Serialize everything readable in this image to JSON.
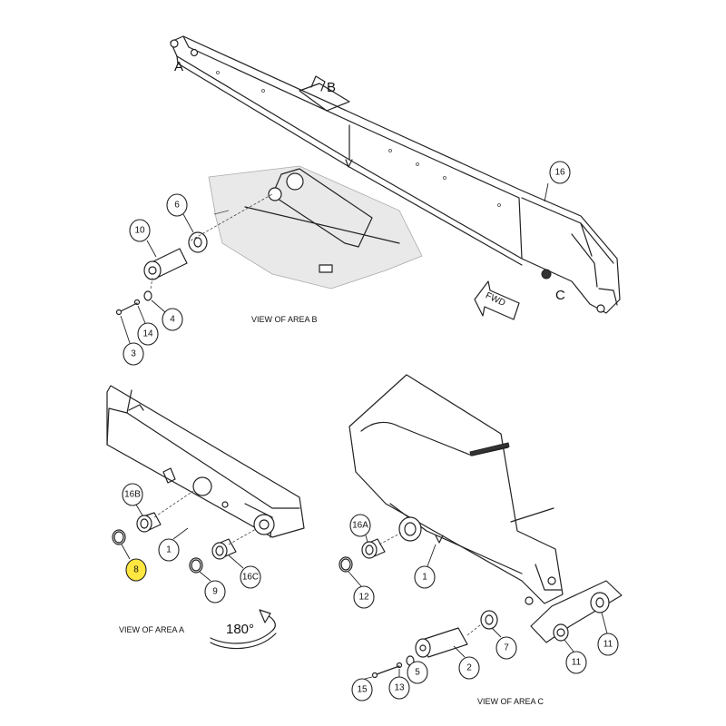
{
  "letters": {
    "a": "A",
    "b": "B",
    "c": "C"
  },
  "fwd_label": "FWD",
  "rotation_label": "180°",
  "views": {
    "area_a": "VIEW OF AREA A",
    "area_b": "VIEW OF AREA B",
    "area_c": "VIEW OF AREA C"
  },
  "callouts": {
    "c16": "16",
    "c6": "6",
    "c10": "10",
    "c4": "4",
    "c14": "14",
    "c3": "3",
    "c16b": "16B",
    "c8": "8",
    "c1a": "1",
    "c16c": "16C",
    "c9": "9",
    "c16a": "16A",
    "c1c": "1",
    "c12": "12",
    "c7": "7",
    "c11a": "11",
    "c11b": "11",
    "c2": "2",
    "c5": "5",
    "c13": "13",
    "c15": "15"
  },
  "colors": {
    "highlight": "#ffe640",
    "line": "#222222"
  }
}
